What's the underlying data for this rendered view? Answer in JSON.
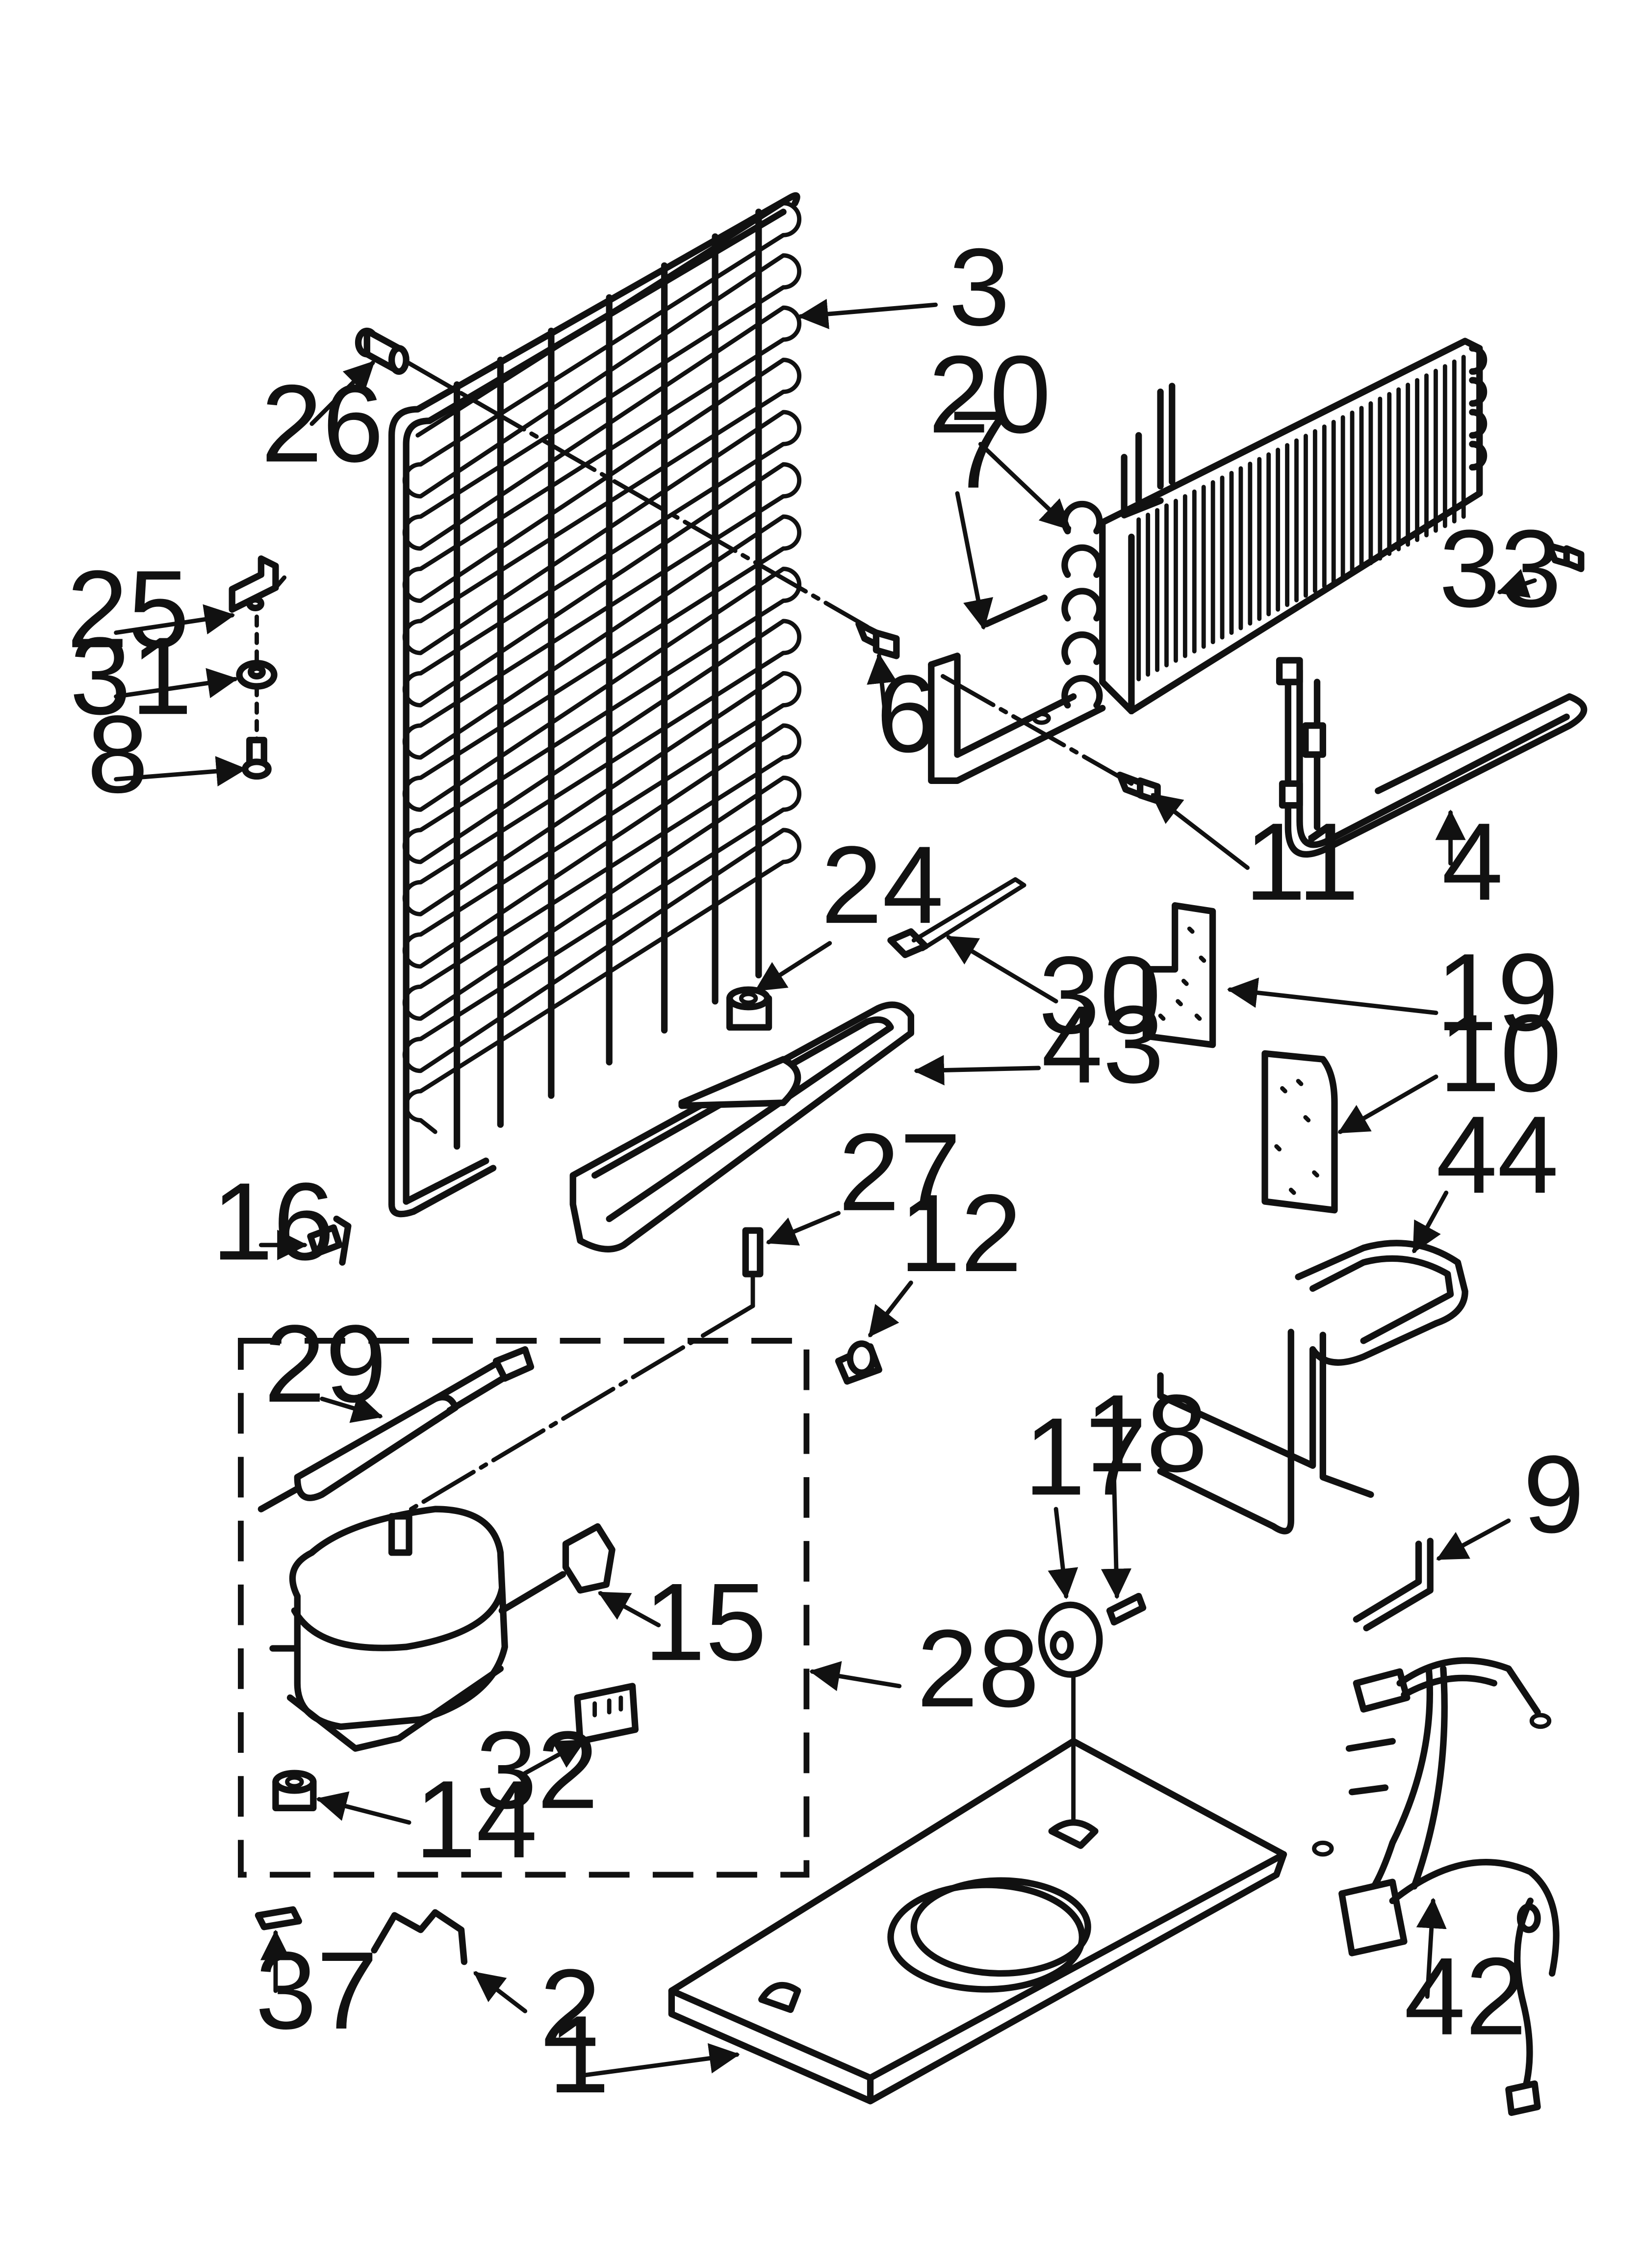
{
  "callouts": [
    {
      "id": "c-3",
      "label": "3"
    },
    {
      "id": "c-26",
      "label": "26"
    },
    {
      "id": "c-20",
      "label": "20"
    },
    {
      "id": "c-7",
      "label": "7"
    },
    {
      "id": "c-33",
      "label": "33"
    },
    {
      "id": "c-25",
      "label": "25"
    },
    {
      "id": "c-31",
      "label": "31"
    },
    {
      "id": "c-8",
      "label": "8"
    },
    {
      "id": "c-6",
      "label": "6"
    },
    {
      "id": "c-11",
      "label": "11"
    },
    {
      "id": "c-4",
      "label": "4"
    },
    {
      "id": "c-24",
      "label": "24"
    },
    {
      "id": "c-30",
      "label": "30"
    },
    {
      "id": "c-19",
      "label": "19"
    },
    {
      "id": "c-43",
      "label": "43"
    },
    {
      "id": "c-10",
      "label": "10"
    },
    {
      "id": "c-44",
      "label": "44"
    },
    {
      "id": "c-27",
      "label": "27"
    },
    {
      "id": "c-16",
      "label": "16"
    },
    {
      "id": "c-12",
      "label": "12"
    },
    {
      "id": "c-29",
      "label": "29"
    },
    {
      "id": "c-17",
      "label": "17"
    },
    {
      "id": "c-18",
      "label": "18"
    },
    {
      "id": "c-9",
      "label": "9"
    },
    {
      "id": "c-15",
      "label": "15"
    },
    {
      "id": "c-28",
      "label": "28"
    },
    {
      "id": "c-32",
      "label": "32"
    },
    {
      "id": "c-14",
      "label": "14"
    },
    {
      "id": "c-37",
      "label": "37"
    },
    {
      "id": "c-2",
      "label": "2"
    },
    {
      "id": "c-1",
      "label": "1"
    },
    {
      "id": "c-42",
      "label": "42"
    }
  ]
}
